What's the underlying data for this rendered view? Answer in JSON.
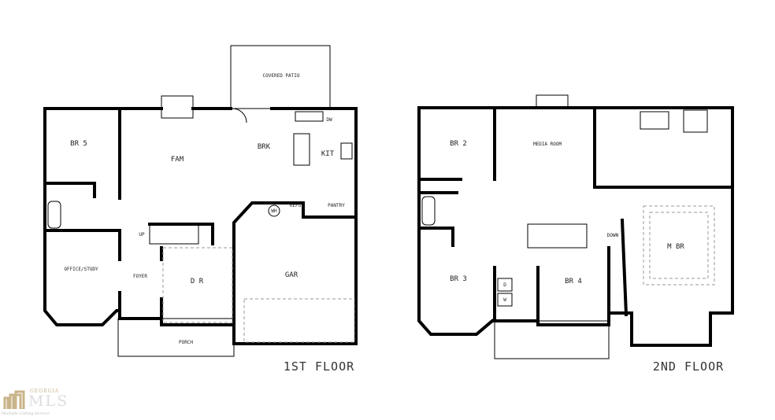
{
  "first_floor": {
    "title": "1ST FLOOR",
    "rooms": {
      "covered_patio": "COVERED PATIO",
      "br5": "BR 5",
      "fam": "FAM",
      "brk": "BRK",
      "kit": "KIT",
      "dw": "DW",
      "refg": "REFG",
      "pantry": "PANTRY",
      "wh": "WH",
      "up": "UP",
      "office": "OFFICE/STUDY",
      "foyer": "FOYER",
      "dr": "D R",
      "gar": "GAR",
      "porch": "PORCH"
    }
  },
  "second_floor": {
    "title": "2ND FLOOR",
    "rooms": {
      "br2": "BR 2",
      "media": "MEDIA ROOM",
      "down": "DOWN",
      "mbr": "M BR",
      "br3": "BR 3",
      "br4": "BR 4",
      "dryer": "D",
      "washer": "W"
    }
  },
  "watermark": {
    "state": "GEORGIA",
    "brand": "MLS",
    "tagline": "Multiple Listing Service",
    "color": "#c9b48a"
  }
}
